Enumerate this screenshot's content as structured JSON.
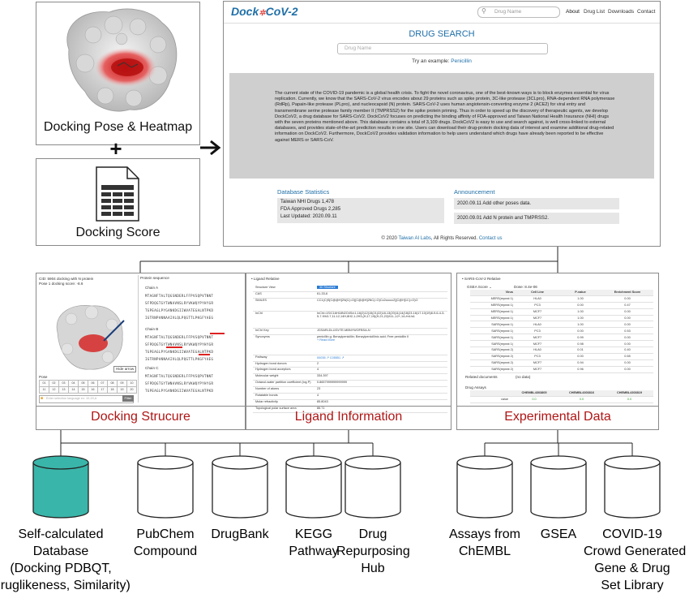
{
  "top_left": {
    "pose_caption": "Docking Pose & Heatmap",
    "plus": "+",
    "score_caption": "Docking Score",
    "arrow": "→"
  },
  "site": {
    "logo_dock": "Dock",
    "logo_cov": "CoV-2",
    "search_placeholder": "Drug Name",
    "nav": [
      "About",
      "Drug List",
      "Downloads",
      "Contact"
    ],
    "title": "DRUG SEARCH",
    "main_placeholder": "Drug Name",
    "example_prefix": "Try an example:",
    "example_link": "Penicillin",
    "description": "The current state of the COVID-19 pandemic is a global health crisis. To fight the novel coronavirus, one of the best-known ways is to block enzymes essential for virus replication. Currently, we know that the SARS-CoV-2 virus encodes about 29 proteins such as spike protein, 3C-like protease (3CLpro), RNA-dependent RNA polymerase (RdRp), Papain-like protease (PLpro), and nucleocapsid (N) protein. SARS-CoV-2 uses human angiotensin-converting enzyme 2 (ACE2) for viral entry and transmembrane serine protease family member II (TMPRSS2) for the spike protein priming. Thus in order to speed up the discovery of therapeutic agents, we develop DockCoV2, a drug database for SARS-CoV2. DockCoV2 focuses on predicting the binding affinity of FDA-approved and Taiwan National Health Insurance (NHI) drugs with the seven proteins mentioned above. This database contains a total of 3,109 drugs. DockCoV2 is easy to use and search against, is well cross-linked to external databases, and provides state-of-the-art prediction results in one site. Users can download their drug-protein docking data of interest and examine additional drug-related information on DockCoV2. Furthermore, DockCoV2 provides validation information to help users understand which drugs have already been reported to be effective against MERS or SARS-CoV.",
    "stats_title": "Database Statistics",
    "stats": [
      "Taiwan NHI Drugs 1,478",
      "FDA Approved Drugs 2,285",
      "Last Updated: 2020.09.11"
    ],
    "announce_title": "Announcement",
    "announcements": [
      "2020.09.11 Add other poses data.",
      "2020.09.01 Add N protein and TMPRSS2."
    ],
    "footer_prefix": "© 2020",
    "footer_org": "Taiwan AI Labs",
    "footer_mid": ", All Rights Reserved.",
    "footer_contact": "Contact us"
  },
  "docking_panel": {
    "caption": "Docking Strucure",
    "info": [
      "CID: 5904 docking with N protein",
      "Pose 1 docking score: -8.6"
    ],
    "seq_title": "Protein sequence",
    "chain_a": "Chain A",
    "chain_b": "Chain B",
    "chain_c": "Chain C",
    "hide_arrow": "Hide arrow",
    "pose_label": "Pose",
    "pose_numbers": [
      "01",
      "02",
      "03",
      "04",
      "05",
      "06",
      "07",
      "08",
      "09",
      "10",
      "11",
      "12",
      "13",
      "14",
      "15",
      "16",
      "17",
      "18",
      "19",
      "20"
    ],
    "filter_placeholder": "Enter selection language ex: 10-20,A",
    "filter_button": "Filter",
    "seq_lines": [
      "MTAGNFTALTQGSNDERLFFPVSQPVTNNT",
      "SFPDQGTGYTWNAVNSLRYVKWQYPYHYGR",
      "TGPEAGLPYGANKDGIIWVATEGALNTPKD",
      "IGTRNPANNAAIVLQLPQGTTLPKGFYAEG",
      "MTAGNFTALTQGSNDERLFFPVSQPVTNNT",
      "SFPDQGTGYTWNAVNSLRYVKWQYPYHYGR",
      "TGPEAGLPYGANKDGIIWVATEGALNTPKD",
      "IGTRNPANNAAIVLQLPQGTTLPKGFYAEG",
      "MTAGNFTALTQGSNDERLFFPVSQPVTNNT",
      "SFPDQGTGYTWNAVNSLRYVKWQYPYHYGR",
      "TGPEAGLPYGANKDGIIWVATEGALNTPKD"
    ]
  },
  "ligand_panel": {
    "caption": "Ligand Information",
    "header": "• Ligand Relative",
    "button": "3D Structure",
    "read_more": "+ Read More",
    "rows": [
      [
        "Structure View",
        ""
      ],
      [
        "CAS",
        "61-33-6"
      ],
      [
        "SMILES",
        "CC1(C)S[C@@H]2N(C(=O)[C@@H]2NC(=O)Cc2ccccc2)[C@H]1C(=O)O"
      ],
      [
        "InChI",
        "InChI=1S/C16H18N2O4S/c1-16(2)12(15(21)22)18-13(20)11(14(18)23-16)17-10(19)8-9-6-4-3-5-7-9/h3-7,11-12,14H,8H2,1-2H3,(H,17,19)(H,21,22)/t11-,12+,14-/m1/s1"
      ],
      [
        "InChI Key",
        "JGSARLDLIJGVTE-MBNYWOFBSA-N"
      ],
      [
        "Synonyms",
        "penicillin g; Benzylpenicillin; Benzylpenicillinic acid; Free penicillin II"
      ],
      [
        "Pathway",
        "00035 ↗ C05551 ↗"
      ],
      [
        "Hydrogen bond donors",
        "2"
      ],
      [
        "Hydrogen bond acceptors",
        "4"
      ],
      [
        "Molecular weight",
        "334.397"
      ],
      [
        "Octanol-water partition coefficient (log P)",
        "0.8657999999999999"
      ],
      [
        "Number of atoms",
        "23"
      ],
      [
        "Rotatable bonds",
        "4"
      ],
      [
        "Molar refractivity",
        "85.8043"
      ],
      [
        "Topological polar surface area",
        "86.71"
      ]
    ]
  },
  "exp_panel": {
    "caption": "Experimental Data",
    "header": "• SARS-CoV-2 Relative",
    "gsea_title": "GSEA Score",
    "gsea_sub": "Dose: 8.4e-06",
    "cols": [
      "Virus",
      "Cell Line",
      "P-value",
      "Enrichment Score"
    ],
    "rows": [
      [
        "MERS(repeat 1)",
        "HLA0",
        "1.00",
        "0.00"
      ],
      [
        "MERS(repeat 1)",
        "PC3",
        "0.00",
        "0.47"
      ],
      [
        "MERS(repeat 1)",
        "MCF7",
        "1.00",
        "0.00"
      ],
      [
        "MERS(repeat 1)",
        "MCF7",
        "1.00",
        "0.00"
      ],
      [
        "SARS(repeat 1)",
        "HLA0",
        "1.00",
        "0.00"
      ],
      [
        "SARS(repeat 1)",
        "PC3",
        "0.00",
        "0.53"
      ],
      [
        "SARS(repeat 1)",
        "MCF7",
        "0.99",
        "0.00"
      ],
      [
        "SARS(repeat 1)",
        "MCF7",
        "0.98",
        "0.00"
      ],
      [
        "SARS(repeat 2)",
        "HLA0",
        "0.01",
        "0.40"
      ],
      [
        "SARS(repeat 2)",
        "PC3",
        "0.00",
        "0.65"
      ],
      [
        "SARS(repeat 2)",
        "MCF7",
        "0.94",
        "0.00"
      ],
      [
        "SARS(repeat 2)",
        "MCF7",
        "0.96",
        "0.00"
      ]
    ],
    "related_label": "Related documents",
    "related_value": "(no data)",
    "assays_label": "Drug Assays",
    "assay_cols": [
      "",
      "CHEMBL4303805",
      "CHEMBL4303816",
      "CHEMBL4303819"
    ],
    "assay_row": [
      "value",
      "0.0",
      "0.0",
      "0.0"
    ]
  },
  "databases": [
    {
      "label": "Self-calculated\nDatabase\n(Docking PDBQT,\nDruglikeness, Similarity)",
      "highlight": true
    },
    {
      "label": "PubChem\nCompound",
      "highlight": false
    },
    {
      "label": "DrugBank",
      "highlight": false
    },
    {
      "label": "KEGG\nPathway",
      "highlight": false
    },
    {
      "label": "Drug\nRepurposing\nHub",
      "highlight": false
    },
    {
      "label": "Assays from\nChEMBL",
      "highlight": false
    },
    {
      "label": "GSEA",
      "highlight": false
    },
    {
      "label": "COVID-19\nCrowd Generated\nGene & Drug\nSet Library",
      "highlight": false
    }
  ],
  "colors": {
    "teal_db": "#3ab5a9",
    "site_blue": "#1f6fa8",
    "caption_red": "#b01515",
    "logo_red": "#e0504a"
  }
}
